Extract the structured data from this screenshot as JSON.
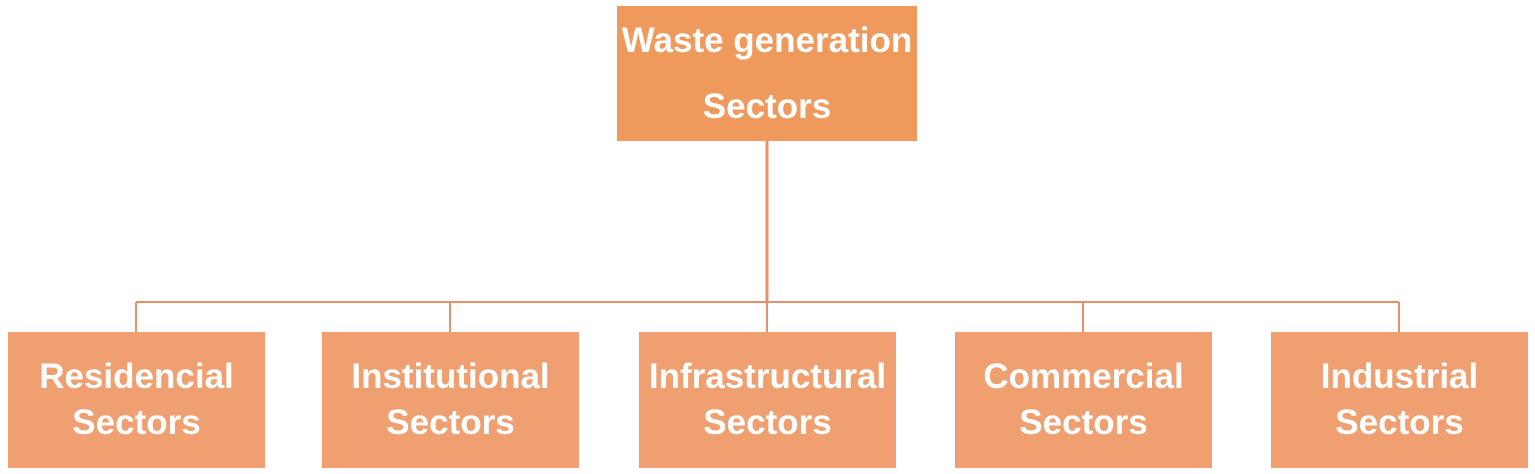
{
  "colors": {
    "box_fill": "#f0a070",
    "root_fill": "#ef9a5c",
    "connector": "#e8906a",
    "text": "#ffffff"
  },
  "root": {
    "line1": "Waste generation",
    "line2": "Sectors"
  },
  "children": [
    {
      "line1": "Residencial",
      "line2": "Sectors"
    },
    {
      "line1": "Institutional",
      "line2": "Sectors"
    },
    {
      "line1": "Infrastructural",
      "line2": "Sectors"
    },
    {
      "line1": "Commercial",
      "line2": "Sectors"
    },
    {
      "line1": "Industrial",
      "line2": "Sectors"
    }
  ]
}
